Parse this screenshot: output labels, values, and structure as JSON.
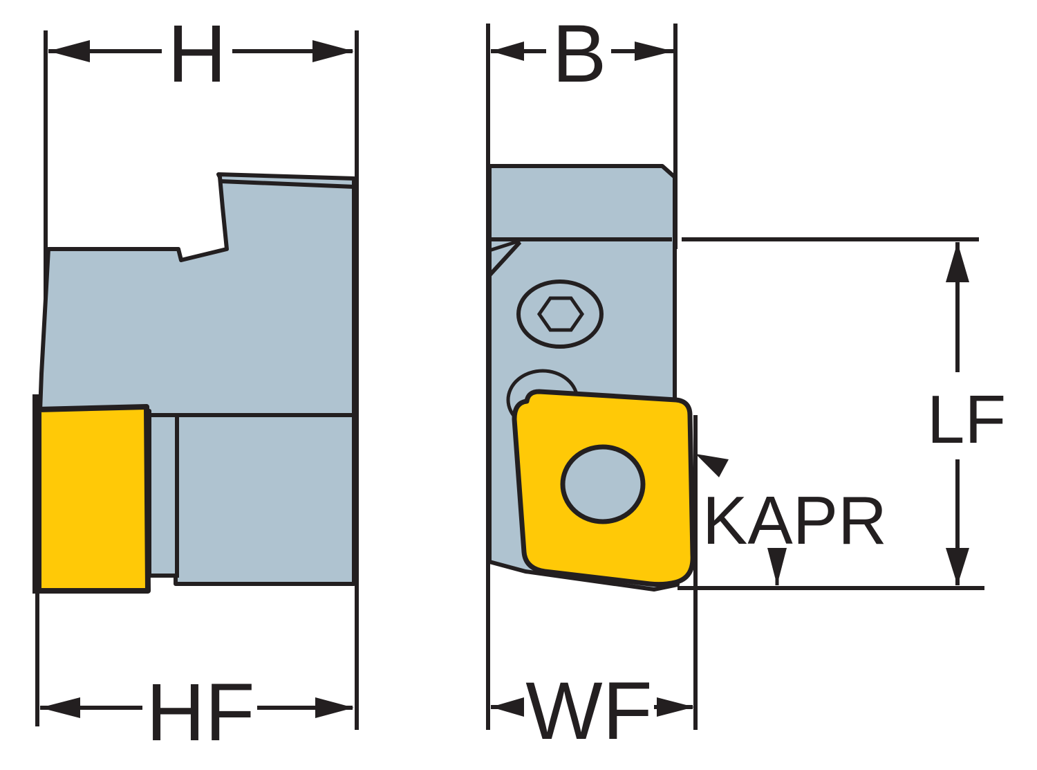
{
  "title": "Turning tool holder dimension drawing",
  "colors": {
    "holder_body": "#afc3d0",
    "insert": "#ffc907",
    "outline": "#231f20",
    "background": "#ffffff"
  },
  "views": {
    "side_view": {
      "dimensions": {
        "top": "H",
        "bottom": "HF"
      }
    },
    "front_view": {
      "dimensions": {
        "top": "B",
        "bottom": "WF",
        "right": "LF",
        "angle": "KAPR"
      },
      "features": [
        "clamp-screw (hex socket)",
        "shim pin",
        "square insert with center hole"
      ]
    }
  }
}
